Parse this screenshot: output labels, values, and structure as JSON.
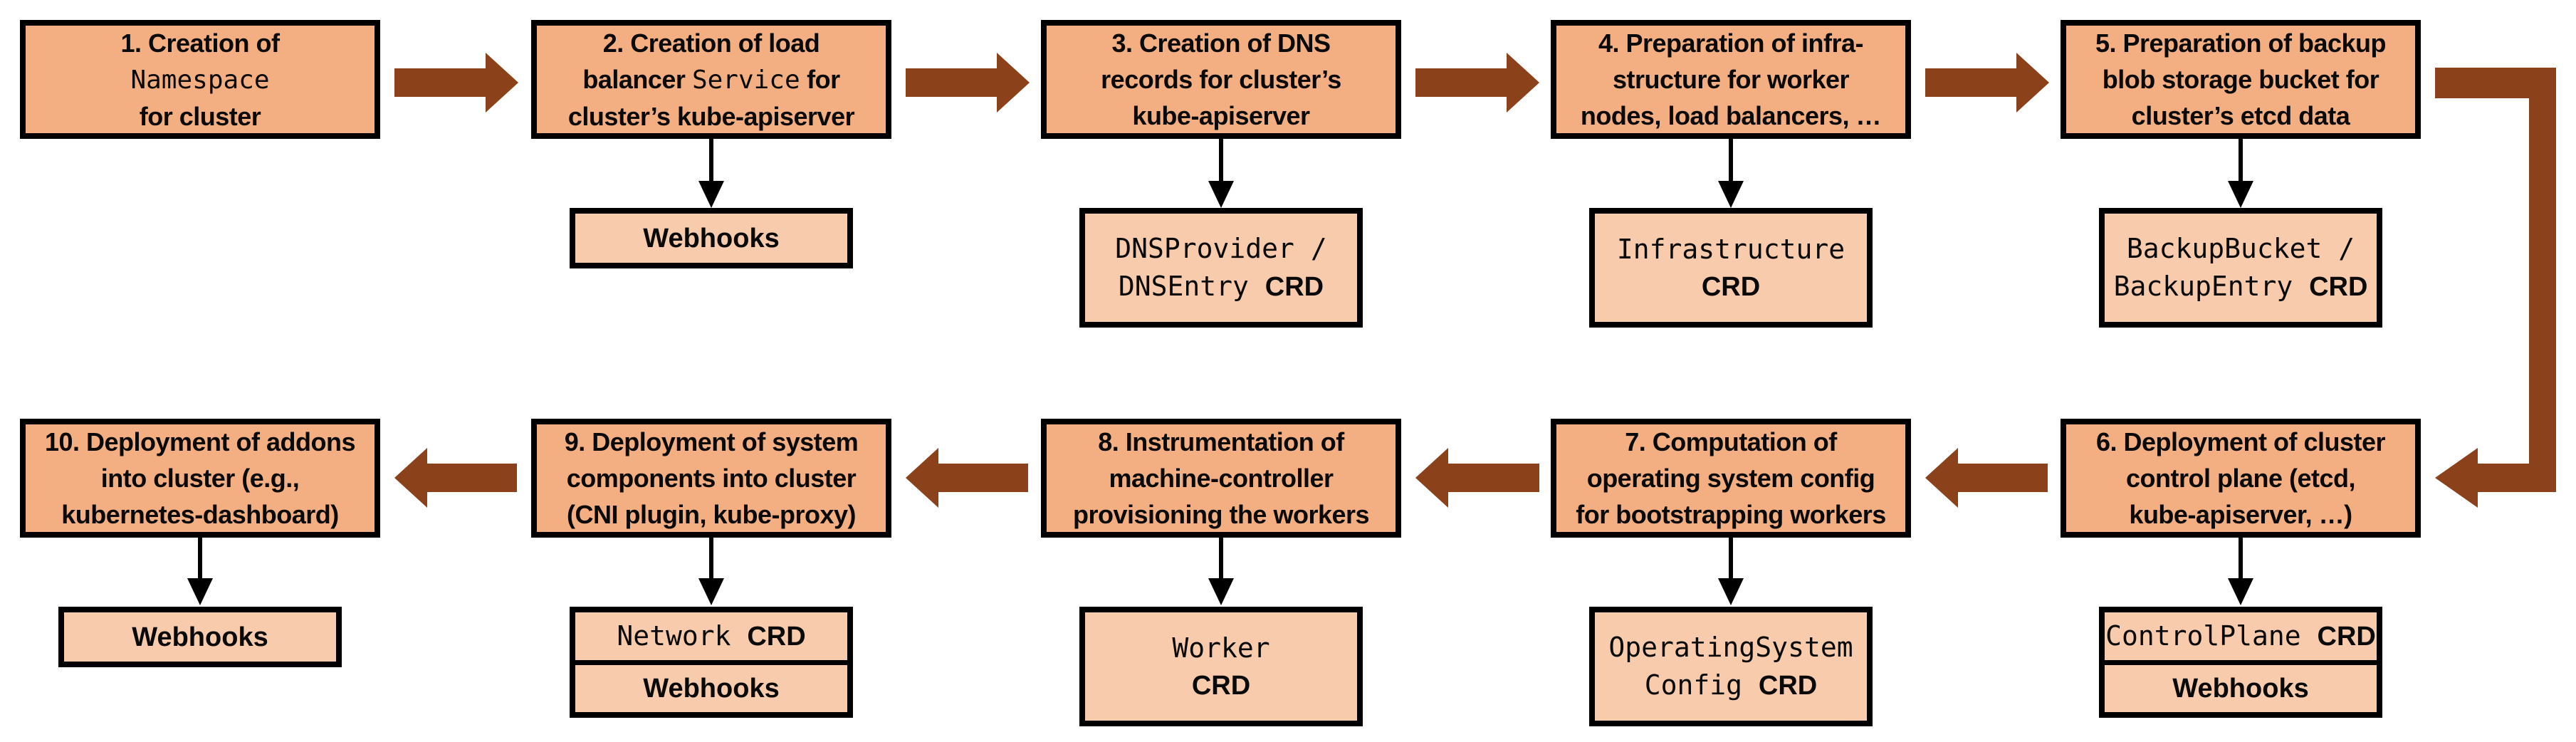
{
  "colors": {
    "step_fill": "#F3AF81",
    "sub_fill": "#F8CBAD",
    "border": "#000000",
    "flow_arrow": "#8B4119",
    "background": "#FFFFFF"
  },
  "flow": {
    "row1_direction": "right",
    "row2_direction": "left",
    "wrap_connector": "step-5-to-step-6"
  },
  "steps": [
    {
      "parts": [
        {
          "t": "1. Creation of\n"
        },
        {
          "t": "Namespace",
          "mono": true
        },
        {
          "t": "\nfor cluster"
        }
      ]
    },
    {
      "parts": [
        {
          "t": "2. Creation of load\nbalancer "
        },
        {
          "t": "Service",
          "mono": true
        },
        {
          "t": " for\ncluster’s kube-apiserver"
        }
      ],
      "sub": {
        "type": "single",
        "label": "Webhooks"
      }
    },
    {
      "parts": [
        {
          "t": "3. Creation of DNS\nrecords for cluster’s\nkube-apiserver"
        }
      ],
      "sub": {
        "type": "crd",
        "code": "DNSProvider /\nDNSEntry ",
        "suffix": "CRD"
      }
    },
    {
      "parts": [
        {
          "t": "4. Preparation of infra-\nstructure for worker\nnodes, load balancers, …"
        }
      ],
      "sub": {
        "type": "crd",
        "code": "Infrastructure\n",
        "suffix": "CRD"
      }
    },
    {
      "parts": [
        {
          "t": "5. Preparation of backup\nblob storage bucket for\ncluster’s etcd data"
        }
      ],
      "sub": {
        "type": "crd",
        "code": "BackupBucket /\nBackupEntry ",
        "suffix": "CRD"
      }
    },
    {
      "parts": [
        {
          "t": "6. Deployment of cluster\ncontrol plane (etcd,\nkube-apiserver, …)"
        }
      ],
      "sub": {
        "type": "stack",
        "cells": [
          {
            "code": "ControlPlane ",
            "suffix": "CRD"
          },
          {
            "label": "Webhooks"
          }
        ]
      }
    },
    {
      "parts": [
        {
          "t": "7. Computation of\noperating system config\nfor bootstrapping workers"
        }
      ],
      "sub": {
        "type": "crd",
        "code": "OperatingSystem\nConfig ",
        "suffix": "CRD"
      }
    },
    {
      "parts": [
        {
          "t": "8. Instrumentation of\nmachine-controller\nprovisioning the workers"
        }
      ],
      "sub": {
        "type": "crd",
        "code": "Worker\n",
        "suffix": "CRD"
      }
    },
    {
      "parts": [
        {
          "t": "9. Deployment of system\ncomponents into cluster\n(CNI plugin, kube-proxy)"
        }
      ],
      "sub": {
        "type": "stack",
        "cells": [
          {
            "code": "Network ",
            "suffix": "CRD"
          },
          {
            "label": "Webhooks"
          }
        ]
      }
    },
    {
      "parts": [
        {
          "t": "10. Deployment of addons\ninto cluster (e.g.,\nkubernetes-dashboard)"
        }
      ],
      "sub": {
        "type": "single",
        "label": "Webhooks"
      }
    }
  ]
}
